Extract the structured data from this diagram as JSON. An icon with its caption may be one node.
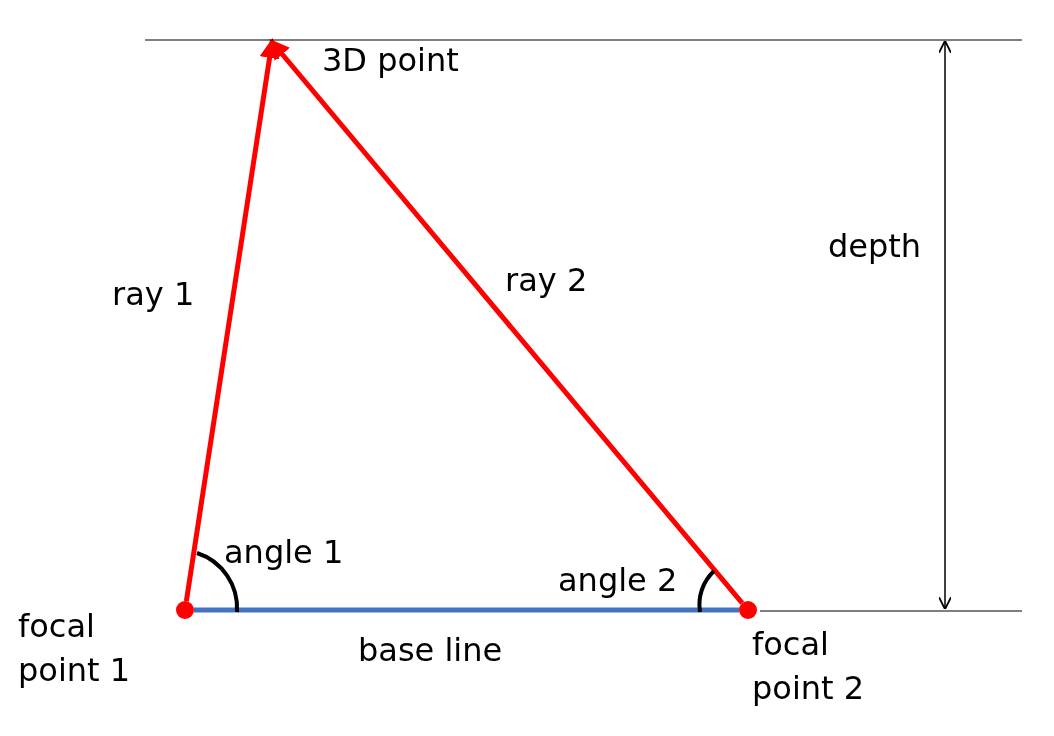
{
  "diagram": {
    "nodes": [
      {
        "text": [
          "3D point"
        ]
      },
      {
        "text": [
          "focal point 1"
        ]
      },
      {
        "text": [
          "focal point 2"
        ]
      }
    ],
    "edges": [
      {
        "from": 1,
        "to": 0,
        "arrow": "to",
        "label": "ray 1"
      },
      {
        "from": 2,
        "to": 0,
        "arrow": "to",
        "label": "ray 2"
      },
      {
        "from": 1,
        "to": 2,
        "arrow": "none",
        "label": "base line",
        "color": "#4472c4"
      }
    ],
    "labels": [
      "angle 1",
      "angle 2",
      "depth"
    ]
  }
}
